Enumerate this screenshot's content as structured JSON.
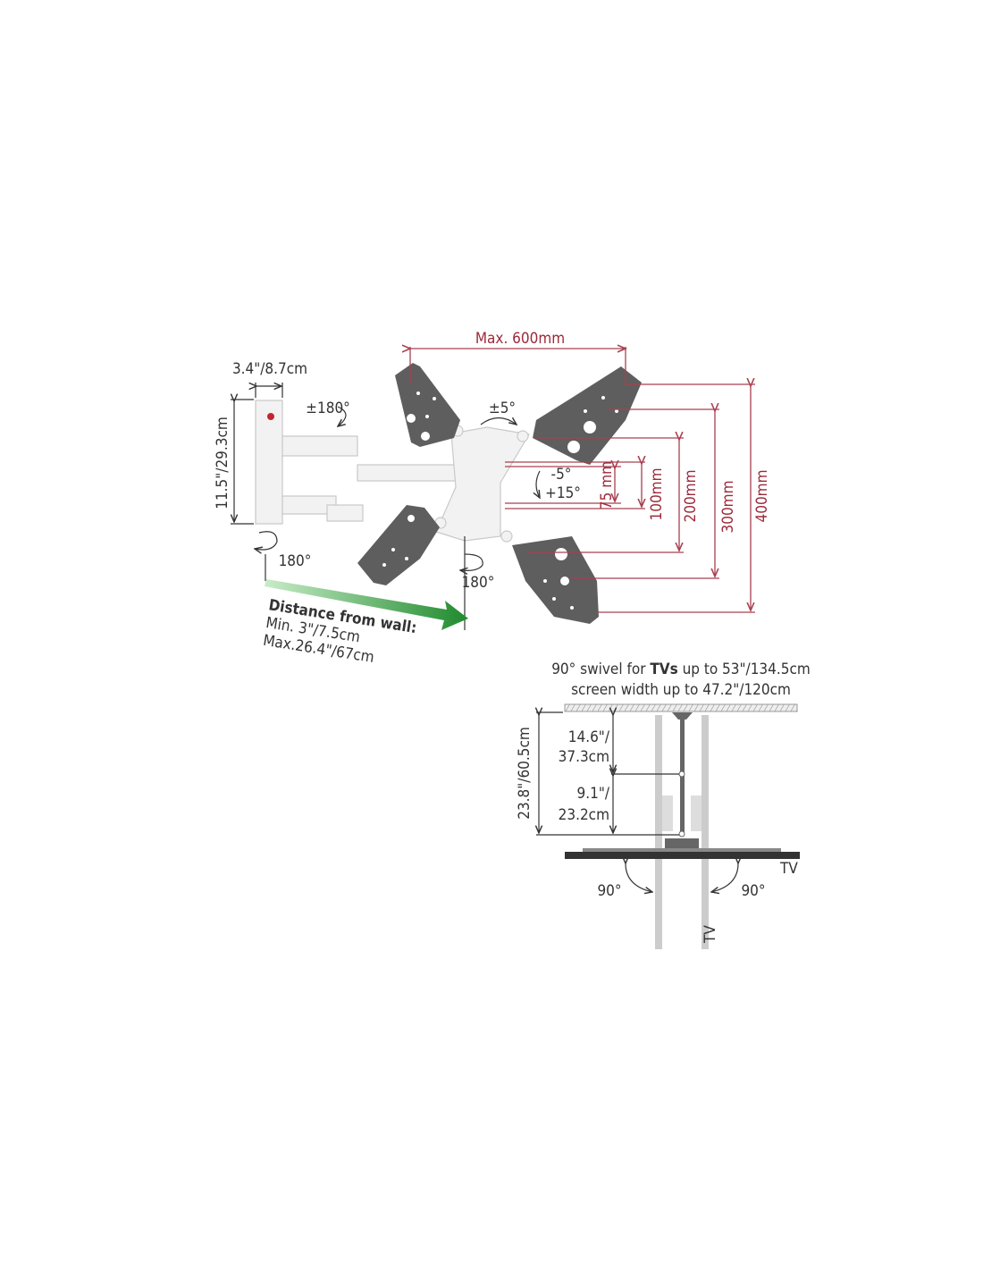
{
  "top_diagram": {
    "max_width": "Max. 600mm",
    "wall_plate_width": "3.4\"/8.7cm",
    "wall_plate_height": "11.5\"/29.3cm",
    "arm_rotation": "±180°",
    "swivel": "±5°",
    "tilt_up": "-5°",
    "tilt_down": "+15°",
    "vesa_75": "75 mm",
    "vesa_100": "100mm",
    "vesa_200": "200mm",
    "vesa_300": "300mm",
    "vesa_400": "400mm",
    "wall_rotation": "180°",
    "head_rotation": "180°",
    "distance_title": "Distance from wall:",
    "distance_min": "Min. 3\"/7.5cm",
    "distance_max": "Max.26.4\"/67cm",
    "colors": {
      "dimension": "#9c2a3a",
      "arrow": "#2e9a3c",
      "plate": "#5e5e5e"
    }
  },
  "bottom_diagram": {
    "title_line1_a": "90° swivel for ",
    "title_line1_b": "TVs",
    "title_line1_c": " up to 53\"/134.5cm",
    "title_line2": "screen width up to 47.2\"/120cm",
    "total_depth": "23.8\"/60.5cm",
    "arm1_a": "14.6\"/",
    "arm1_b": "37.3cm",
    "arm2_a": "9.1\"/",
    "arm2_b": "23.2cm",
    "tv_label": "TV",
    "tv_label_rotated": "TV",
    "angle_left": "90°",
    "angle_right": "90°"
  }
}
